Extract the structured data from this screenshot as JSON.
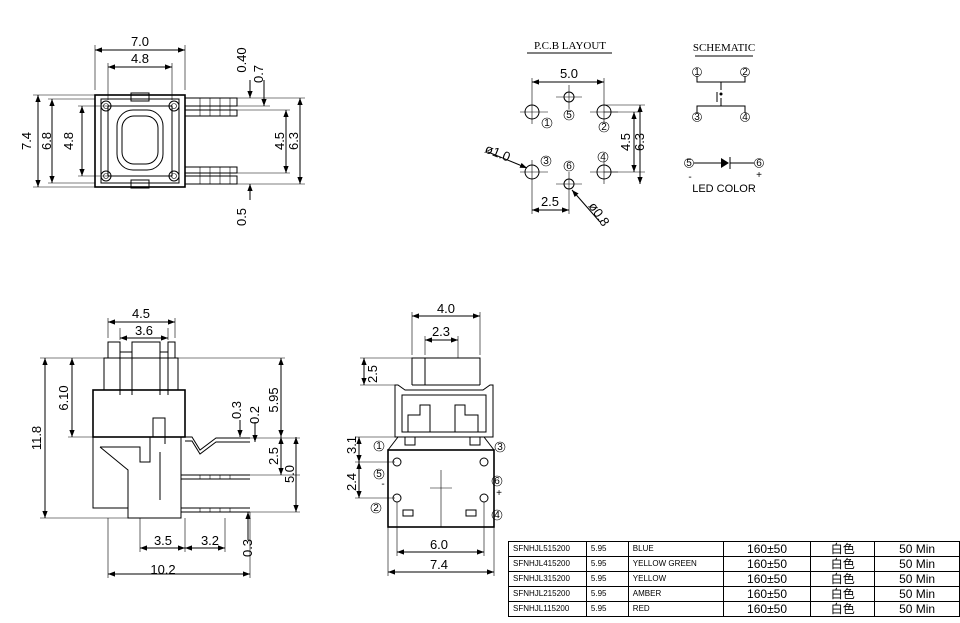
{
  "labels": {
    "pcb_title": "P.C.B LAYOUT",
    "schematic_title": "SCHEMATIC",
    "led_color": "LED COLOR",
    "minus": "-",
    "plus": "+"
  },
  "top_view": {
    "w7": "7.0",
    "w48": "4.8",
    "h74": "7.4",
    "h68": "6.8",
    "h48": "4.8",
    "d040": "0.40",
    "d07": "0.7",
    "d45": "4.5",
    "d63": "6.3",
    "d05": "0.5"
  },
  "pcb": {
    "d50": "5.0",
    "d45": "4.5",
    "d63": "6.3",
    "d25": "2.5",
    "phi10": "ø1.0",
    "phi08": "ø0.8",
    "pins": [
      "1",
      "2",
      "3",
      "4",
      "5",
      "6"
    ]
  },
  "side_view": {
    "d45": "4.5",
    "d36": "3.6",
    "d610": "6.10",
    "d118": "11.8",
    "d03a": "0.3",
    "d02": "0.2",
    "d595": "5.95",
    "d25": "2.5",
    "d50": "5.0",
    "d35": "3.5",
    "d32": "3.2",
    "d03b": "0.3",
    "d102": "10.2"
  },
  "front_view": {
    "d40": "4.0",
    "d23": "2.3",
    "d25": "2.5",
    "d31": "3.1",
    "d24": "2.4",
    "d60": "6.0",
    "d74": "7.4"
  },
  "spec_table": [
    [
      "SFNHJL515200",
      "5.95",
      "BLUE",
      "160±50",
      "白色",
      "50 Min"
    ],
    [
      "SFNHJL415200",
      "5.95",
      "YELLOW GREEN",
      "160±50",
      "白色",
      "50 Min"
    ],
    [
      "SFNHJL315200",
      "5.95",
      "YELLOW",
      "160±50",
      "白色",
      "50 Min"
    ],
    [
      "SFNHJL215200",
      "5.95",
      "AMBER",
      "160±50",
      "白色",
      "50 Min"
    ],
    [
      "SFNHJL115200",
      "5.95",
      "RED",
      "160±50",
      "白色",
      "50 Min"
    ]
  ]
}
